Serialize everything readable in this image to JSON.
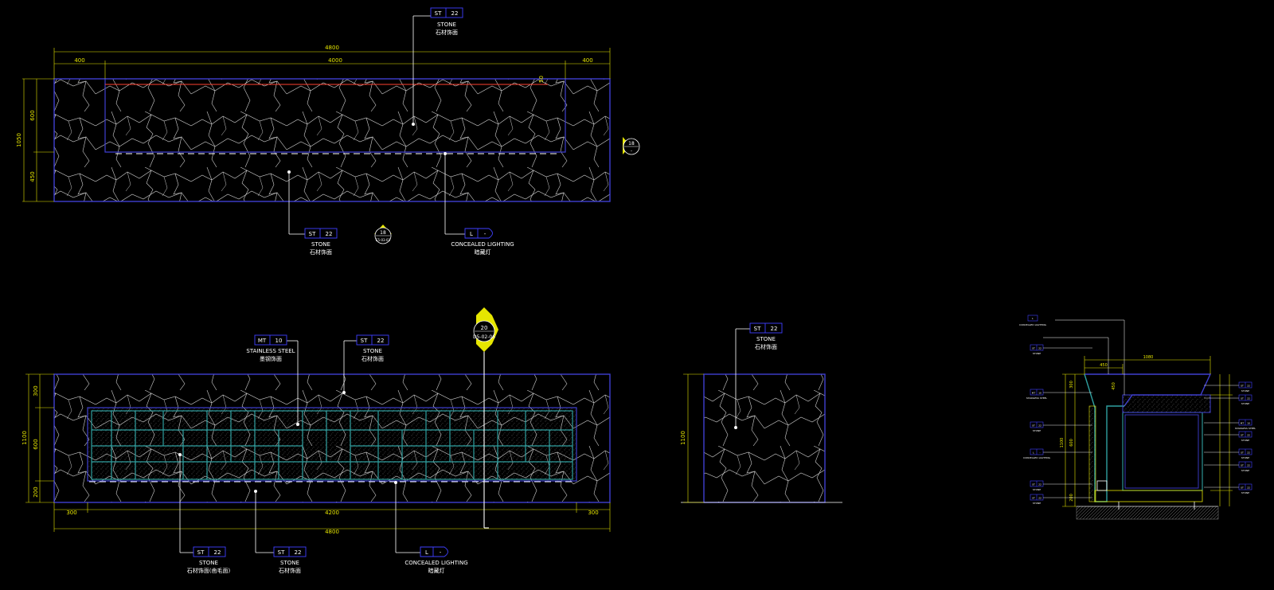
{
  "colors": {
    "background": "#000000",
    "outline": "#3f3fd0",
    "dimension": "#e6e600",
    "stone_vein": "#d8d8d8",
    "cyan_frame": "#2fa0a0",
    "leader": "#ffffff",
    "red_line": "#ff4030"
  },
  "plan": {
    "dims": {
      "total": "4800",
      "left": "400",
      "middle": "4000",
      "right": "400",
      "top_h": "600",
      "bottom_h": "450",
      "total_h": "1050",
      "small": "50"
    },
    "tag_top": {
      "code": "ST",
      "num": "22",
      "en": "STONE",
      "cn": "石材饰面"
    },
    "tag_bottom": {
      "code": "ST",
      "num": "22",
      "en": "STONE",
      "cn": "石材饰面"
    },
    "tag_light": {
      "code": "L",
      "num": "-",
      "en": "CONCEALED LIGHTING",
      "cn": "暗藏灯"
    },
    "section_marker": {
      "num": "18",
      "ref": "-"
    },
    "elevation_marker": {
      "num": "18",
      "ref": "E5-03-03"
    }
  },
  "elevation": {
    "dims": {
      "left_w": "300",
      "mid_w": "4200",
      "right_w": "300",
      "total_w": "4800",
      "h_top": "300",
      "h_mid": "600",
      "h_bot": "200",
      "h_total": "1100"
    },
    "tag_steel": {
      "code": "MT",
      "num": "10",
      "en": "STAINLESS STEEL",
      "cn": "墨钢饰面"
    },
    "tag_stone_top": {
      "code": "ST",
      "num": "22",
      "en": "STONE",
      "cn": "石材饰面"
    },
    "tag_stone_a": {
      "code": "ST",
      "num": "22",
      "en": "STONE",
      "cn": "石材饰面(凿毛面)"
    },
    "tag_stone_b": {
      "code": "ST",
      "num": "22",
      "en": "STONE",
      "cn": "石材饰面"
    },
    "tag_light": {
      "code": "L",
      "num": "-",
      "en": "CONCEALED LIGHTING",
      "cn": "暗藏灯"
    },
    "section_marker": {
      "num": "20",
      "ref": "D5-02-06"
    }
  },
  "side": {
    "dims": {
      "h_total": "1100"
    },
    "tag": {
      "code": "ST",
      "num": "22",
      "en": "STONE",
      "cn": "石材饰面"
    }
  },
  "section": {
    "dims": {
      "top_w": "1080",
      "inner_w": "450",
      "depth": "450",
      "h1": "300",
      "h2": "600",
      "h3": "200",
      "total": "1100"
    },
    "note_top": {
      "code": "L",
      "en": "CONCEALED LIGHTING"
    },
    "left_tags": [
      {
        "code": "ST",
        "num": "22",
        "en": "STONE"
      },
      {
        "code": "MT",
        "num": "10",
        "en": "STAINLESS STEEL"
      },
      {
        "code": "ST",
        "num": "22",
        "en": "STONE"
      },
      {
        "code": "L",
        "num": "-",
        "en": "CONCEALED LIGHTING"
      },
      {
        "code": "ST",
        "num": "22",
        "en": "STONE"
      },
      {
        "code": "ST",
        "num": "22",
        "en": "STONE"
      }
    ],
    "right_tags": [
      {
        "code": "ST",
        "num": "22",
        "en": "STONE"
      },
      {
        "code": "ST",
        "num": "22",
        "en": "STONE"
      },
      {
        "code": "MT",
        "num": "10",
        "en": "STAINLESS STEEL"
      },
      {
        "code": "ST",
        "num": "22",
        "en": "STONE"
      },
      {
        "code": "ST",
        "num": "22",
        "en": "STONE"
      },
      {
        "code": "ST",
        "num": "22",
        "en": "STONE"
      },
      {
        "code": "ST",
        "num": "22",
        "en": "STONE"
      }
    ]
  }
}
